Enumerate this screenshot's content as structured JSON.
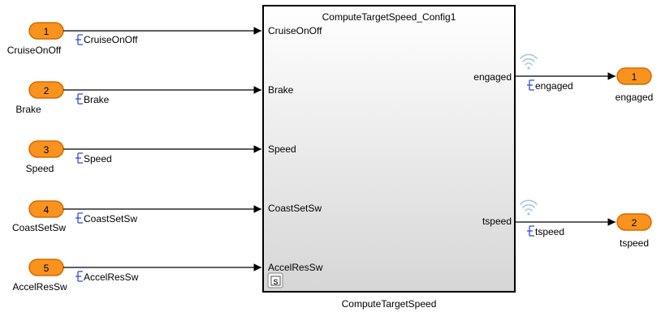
{
  "subsystem": {
    "name": "ComputeTargetSpeed",
    "title": "ComputeTargetSpeed_Config1",
    "badge": "S",
    "input_ports": [
      "CruiseOnOff",
      "Brake",
      "Speed",
      "CoastSetSw",
      "AccelResSw"
    ],
    "output_ports": [
      "engaged",
      "tspeed"
    ]
  },
  "inports": [
    {
      "num": "1",
      "name": "CruiseOnOff",
      "signal": "CruiseOnOff"
    },
    {
      "num": "2",
      "name": "Brake",
      "signal": "Brake"
    },
    {
      "num": "3",
      "name": "Speed",
      "signal": "Speed"
    },
    {
      "num": "4",
      "name": "CoastSetSw",
      "signal": "CoastSetSw"
    },
    {
      "num": "5",
      "name": "AccelResSw",
      "signal": "AccelResSw"
    }
  ],
  "outports": [
    {
      "num": "1",
      "name": "engaged",
      "signal": "engaged"
    },
    {
      "num": "2",
      "name": "tspeed",
      "signal": "tspeed"
    }
  ],
  "colors": {
    "port_fill": "#f7931e",
    "port_stroke": "#d86a00",
    "signal_tag": "#2b3fd6",
    "wifi_icon": "#a9c8e8",
    "line": "#000000"
  }
}
